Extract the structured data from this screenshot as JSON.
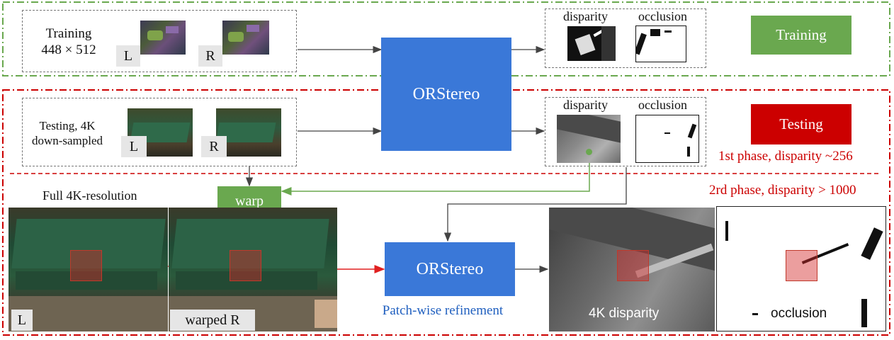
{
  "training_block": {
    "title_line1": "Training",
    "title_line2": "448 × 512",
    "left_label": "L",
    "right_label": "R"
  },
  "testing_block": {
    "title_line1": "Testing, 4K",
    "title_line2": "down-sampled",
    "left_label": "L",
    "right_label": "R"
  },
  "outputs_training": {
    "disparity": "disparity",
    "occlusion": "occlusion"
  },
  "outputs_testing": {
    "disparity": "disparity",
    "occlusion": "occlusion"
  },
  "model_name": "ORStereo",
  "training_badge": "Training",
  "testing_badge": "Testing",
  "phase1_note": "1st phase, disparity ~256",
  "phase2_note": "2rd phase, disparity > 1000",
  "full_res_label": "Full 4K-resolution",
  "warp_label": "warp",
  "bottom_left_label": "L",
  "bottom_warped_label": "warped R",
  "refine_model_name": "ORStereo",
  "refine_caption": "Patch-wise refinement",
  "result_disparity_label": "4K disparity",
  "result_occlusion_label": "occlusion",
  "colors": {
    "training_green": "#6aa84f",
    "testing_red": "#cc0000",
    "model_blue": "#3a78d8",
    "caption_blue": "#1f5fbf",
    "warp_arrow_green": "#6aa84f"
  }
}
